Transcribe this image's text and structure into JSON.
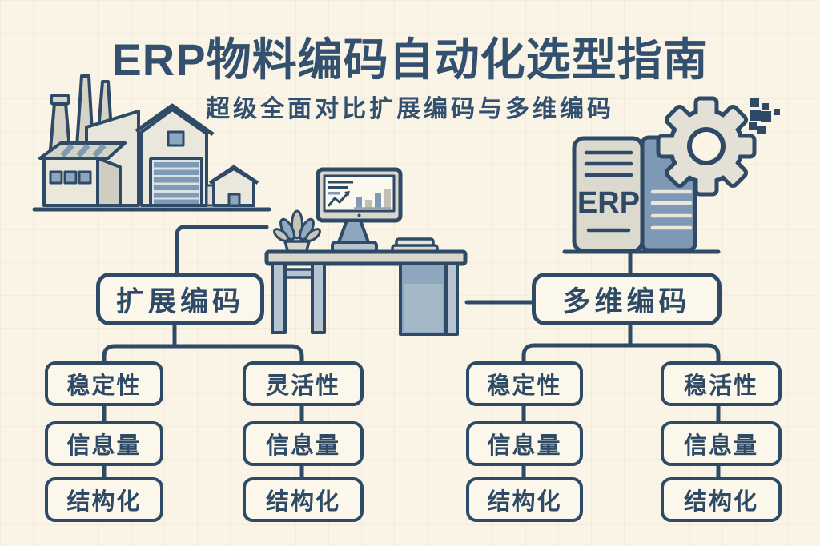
{
  "title": "ERP物料编码自动化选型指南",
  "subtitle": "超级全面对比扩展编码与多维编码",
  "colors": {
    "ink": "#2e4a66",
    "steel_blue": "#7e99b5",
    "light_gray": "#dcdacf",
    "paper": "#f9f4e5"
  },
  "branches": [
    {
      "label": "扩展编码",
      "columns": [
        {
          "items": [
            "稳定性",
            "信息量",
            "结构化"
          ]
        },
        {
          "items": [
            "灵活性",
            "信息量",
            "结构化"
          ]
        }
      ]
    },
    {
      "label": "多维编码",
      "columns": [
        {
          "items": [
            "稳定性",
            "信息量",
            "结构化"
          ]
        },
        {
          "items": [
            "稳活性",
            "信息量",
            "结构化"
          ]
        }
      ]
    }
  ],
  "illustrations": {
    "server_label": "ERP",
    "factory": "factory-building",
    "workstation": "desk-with-computer",
    "gear": "gear-with-pixel-trail"
  }
}
